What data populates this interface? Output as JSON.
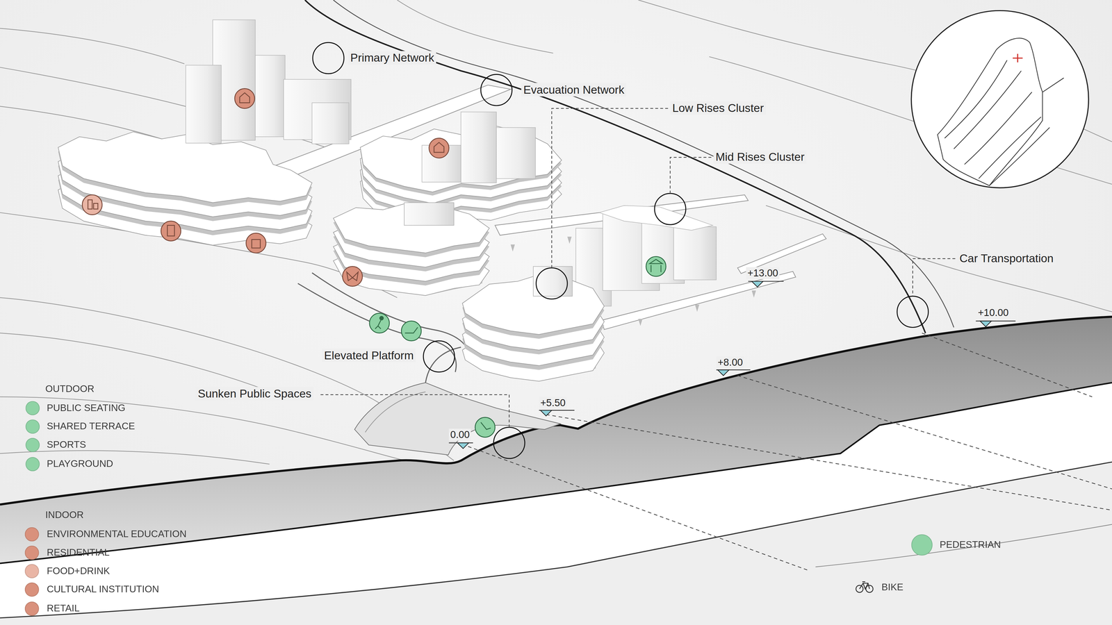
{
  "diagram": {
    "labels": [
      "Primary Network",
      "Evacuation Network",
      "Low Rises Cluster",
      "Mid Rises Cluster",
      "+13.00",
      "Car Transportation",
      "+10.00",
      "Elevated Platform",
      "+8.00",
      "Sunken Public Spaces",
      "+5.50",
      "0.00",
      "OUTDOOR",
      "INDOOR"
    ],
    "legend": [
      {
        "text": "PUBLIC SEATING",
        "color": "#8fd3a5"
      },
      {
        "text": "SHARED TERRACE",
        "color": "#8fd3a5"
      },
      {
        "text": "SPORTS",
        "color": "#8fd3a5"
      },
      {
        "text": "PLAYGROUND",
        "color": "#8fd3a5"
      },
      {
        "text": "ENVIRONMENTAL EDUCATION",
        "color": "#d9917c"
      },
      {
        "text": "RESIDENTIAL",
        "color": "#d9917c"
      },
      {
        "text": "FOOD+DRINK",
        "color": "#e9b5a5"
      },
      {
        "text": "CULTURAL INSTITUTION",
        "color": "#d9917c"
      },
      {
        "text": "RETAIL",
        "color": "#d9917c"
      },
      {
        "text": "PEDESTRIAN",
        "color": "#8fd3a5"
      },
      {
        "text": "BIKE"
      }
    ]
  }
}
